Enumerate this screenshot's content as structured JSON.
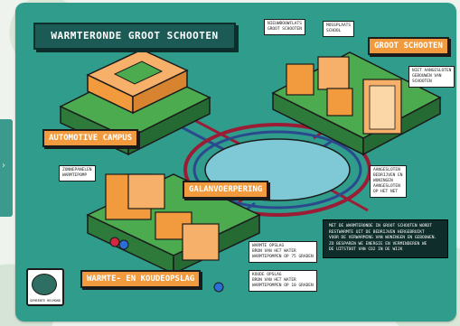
{
  "title": "WARMTERONDE GROOT SCHOOTEN",
  "side_tab_glyph": "›",
  "labels": {
    "automotive_campus": "AUTOMOTIVE CAMPUS",
    "groot_schooten": "GROOT SCHOOTEN",
    "galanaedderende": "GALANVOERPERING",
    "warmte_koudeopslag": "WARMTE- EN KOUDEOPSLAG"
  },
  "notes": {
    "top_left": "NIEUWBOUWFLATS\nGROOT SCHOOTEN",
    "top_mid": "MOSSPLAATS\nSCHOOL",
    "right_upper": "NIET AANGESLOTEN\nGEBOUWEN VAN\nSCHOOTEN",
    "right_lower": "AANGESLOTEN\nBEDRIJVEN EN\nWONINGEN\nAANGESLOTEN\nOP HET NET",
    "left_mid": "ZONNEPANELEN\nWARMTEPOMP",
    "bottom_a": "WARMTE OPSLAG\nBRON VAN HET WATER\nWARMTEPOMPEN OP 75 GRADEN",
    "bottom_b": "KOUDE OPSLAG\nBRON VAN HET WATER\nWARMTEPOMPEN OP 10 GRADEN",
    "info_block": "MET DE WARMTERONDE IN GROOT SCHOOTEN WORDT\nRESTWARMTE UIT DE BEDRIJVEN HERGEBRUIKT\nVOOR DE VERWARMING VAN WONINGEN EN GEBOUWEN.\nZO BESPAREN WE ENERGIE EN VERMINDEREN WE\nDE UITSTOOT VAN CO2 IN DE WIJK"
  },
  "logo_text": "GEMEENTE HELMOND",
  "colors": {
    "card": "#2f9c8c",
    "island_top": "#4caa4f",
    "island_side": "#2e7a3a",
    "building": "#f29a3e",
    "pipe_red": "#9b1d35",
    "pipe_blue": "#2b4a8e",
    "pond": "#7fc8d6"
  }
}
